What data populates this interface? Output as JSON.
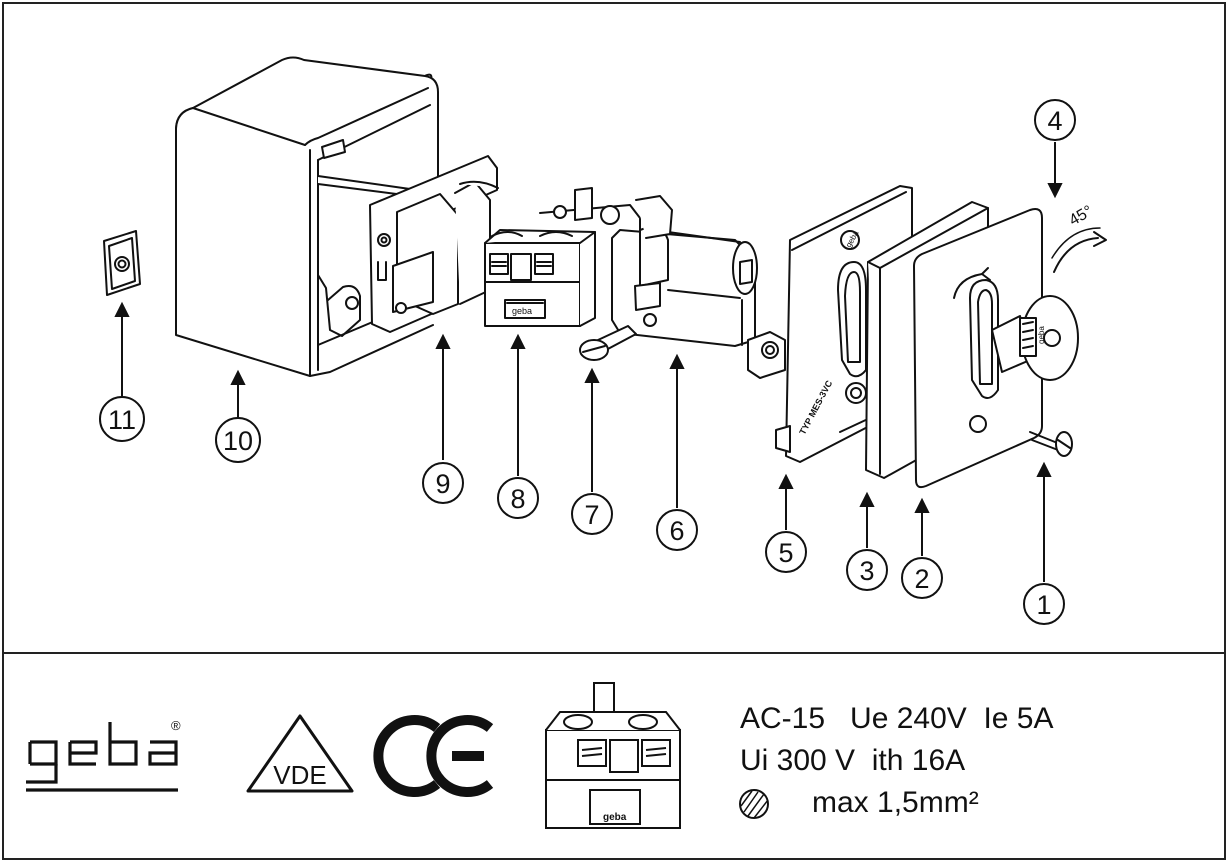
{
  "callouts": [
    {
      "num": "1",
      "part": "screw"
    },
    {
      "num": "2",
      "part": "cover-plate"
    },
    {
      "num": "3",
      "part": "gasket"
    },
    {
      "num": "4",
      "part": "key"
    },
    {
      "num": "5",
      "part": "mounting-plate"
    },
    {
      "num": "6",
      "part": "lock-cylinder"
    },
    {
      "num": "7",
      "part": "cylinder-screw"
    },
    {
      "num": "8",
      "part": "terminal-block"
    },
    {
      "num": "9",
      "part": "switch-carrier"
    },
    {
      "num": "10",
      "part": "surface-box"
    },
    {
      "num": "11",
      "part": "cable-grommet"
    }
  ],
  "rotation_label": "45°",
  "parts_text": {
    "plate_brand": "geba",
    "plate_type": "TYP MES-3VC",
    "terminal_brand": "geba",
    "key_brand": "geba"
  },
  "footer": {
    "logo_text": "geba",
    "registered_mark": "®",
    "vde_label": "VDE",
    "ce_label": "CE",
    "terminal_brand": "geba",
    "spec_line1": "AC-15   Ue 240V  Ie 5A",
    "spec_line2": "Ui 300 V  ith 16A",
    "spec_line3": "max 1,5mm²"
  },
  "colors": {
    "line": "#111111",
    "background": "#ffffff",
    "border": "#222222"
  }
}
